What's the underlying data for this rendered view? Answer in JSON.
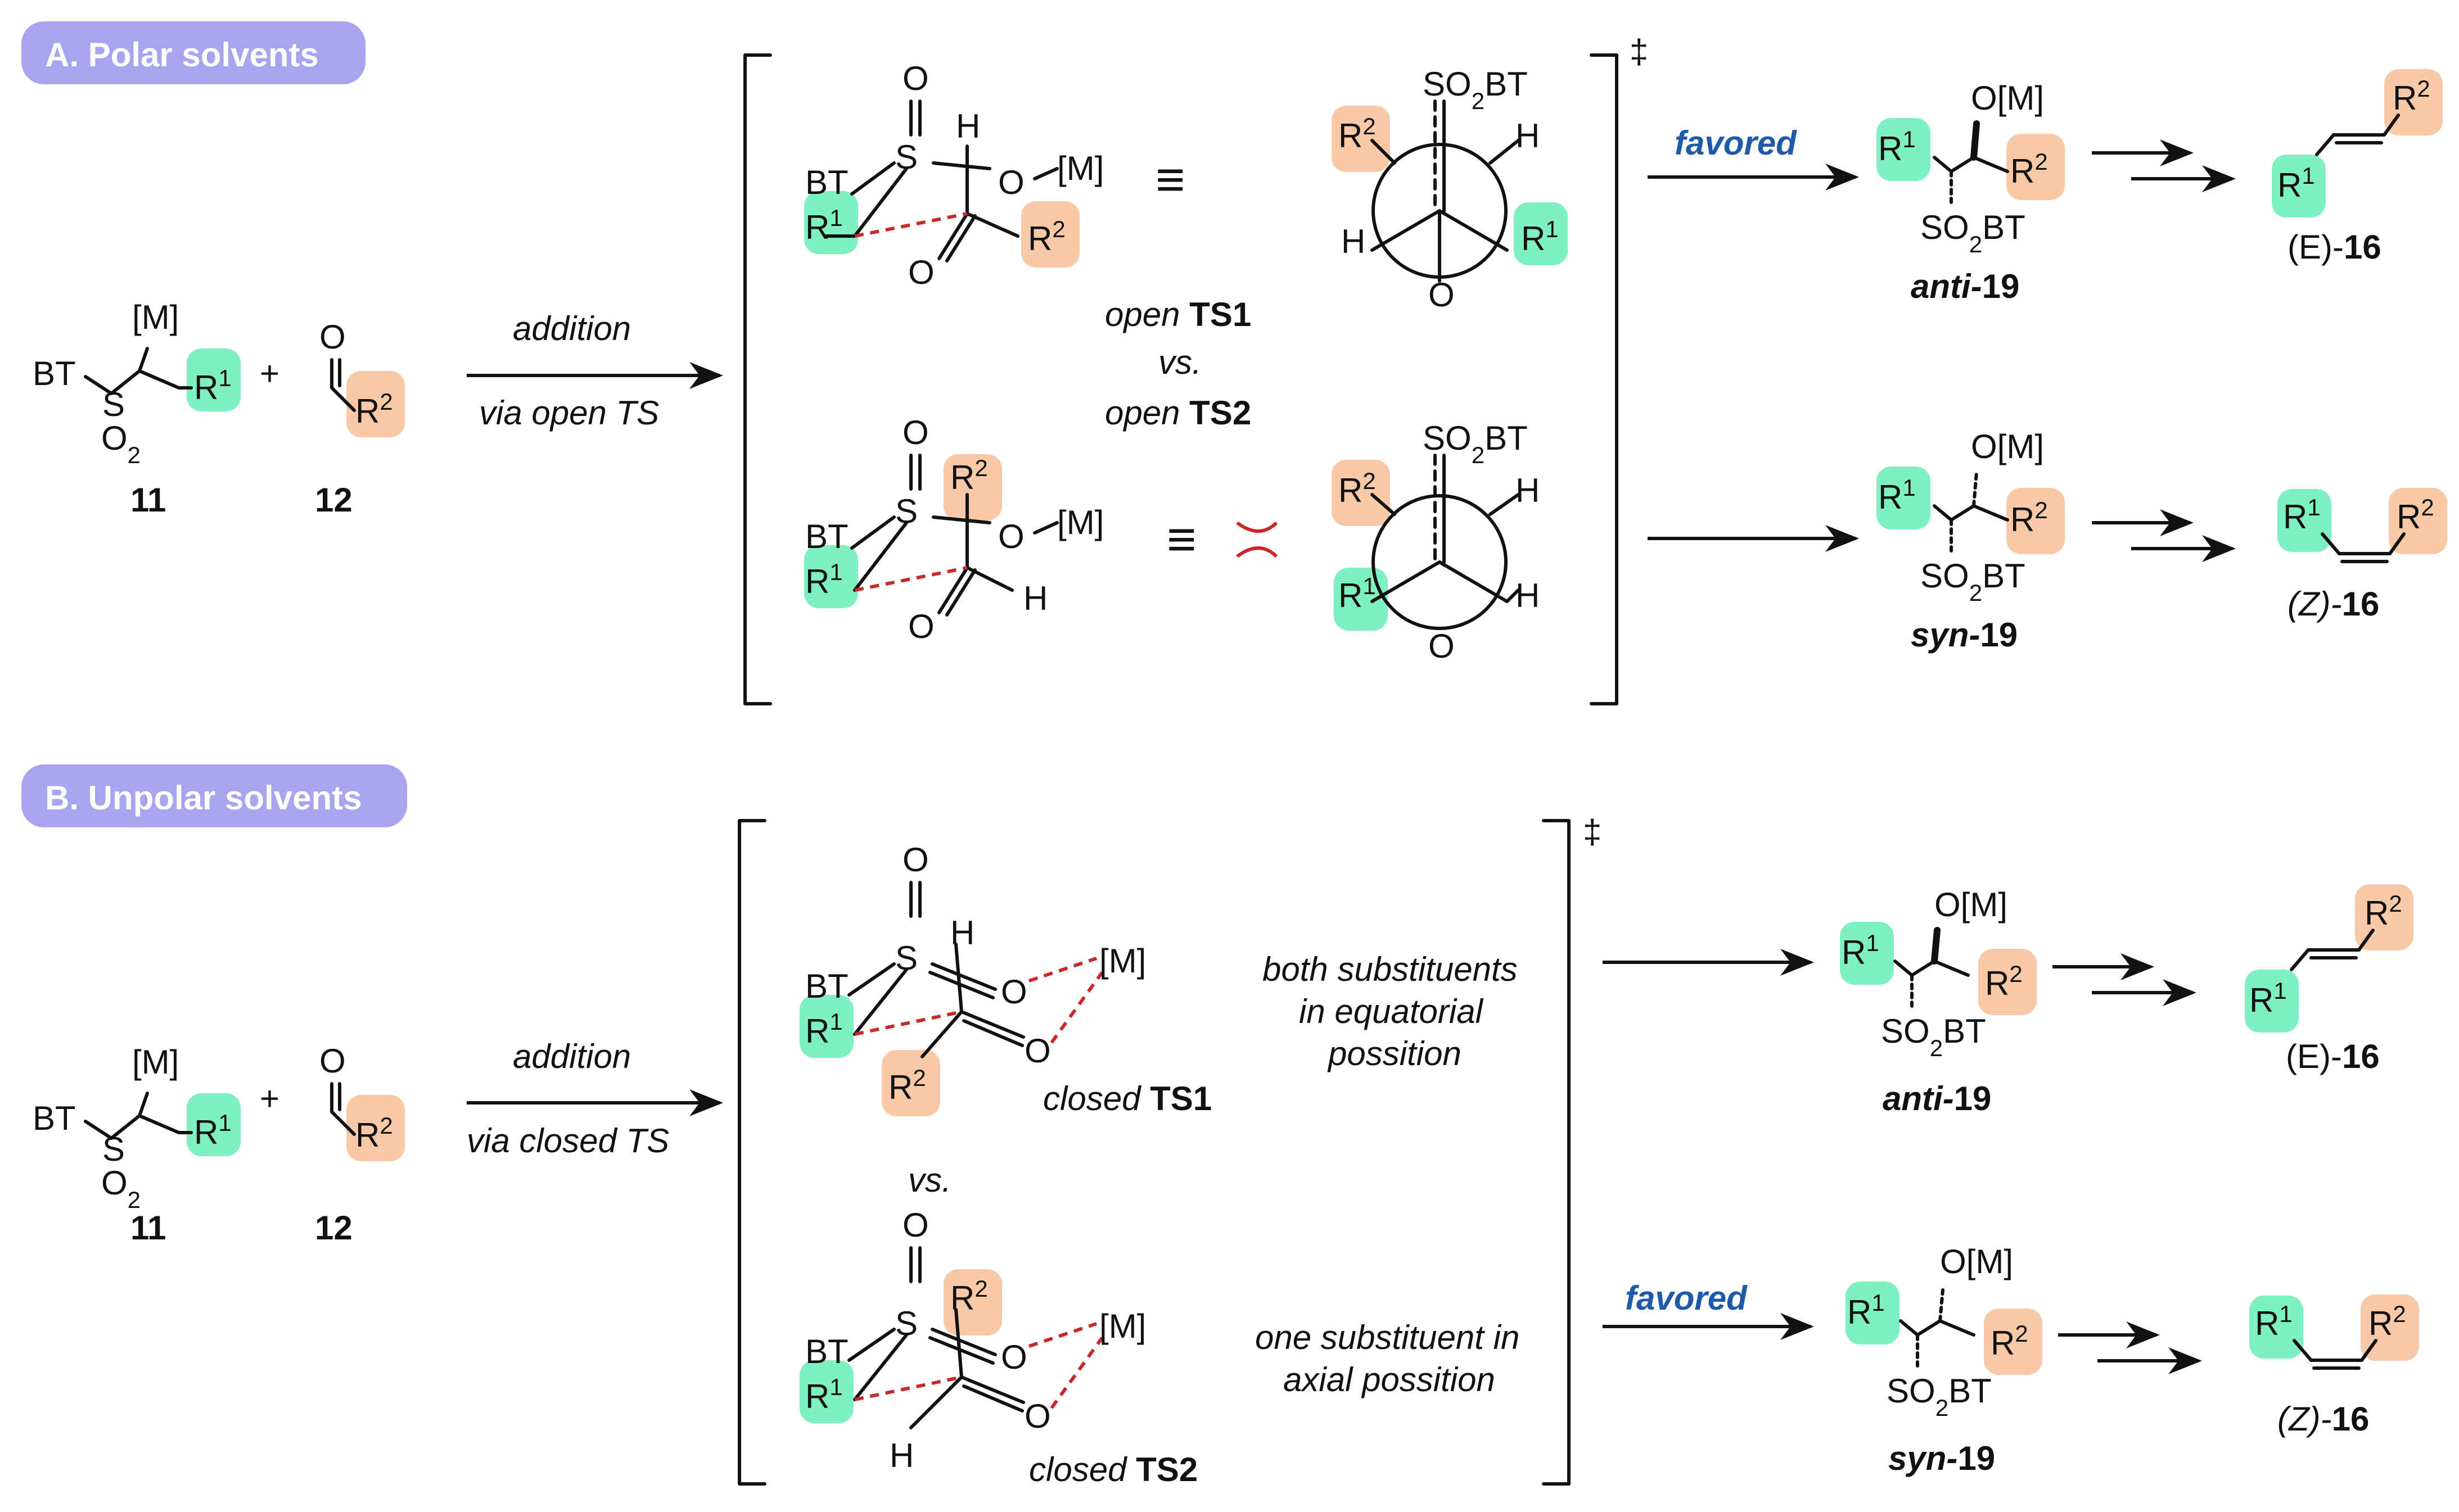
{
  "sections": {
    "a": {
      "label": "A. Polar solvents"
    },
    "b": {
      "label": "B. Unpolar solvents"
    }
  },
  "compounds": {
    "c11": "11",
    "c12": "12",
    "anti19_prefix": "anti-",
    "syn19_prefix": "syn-",
    "num19": "19",
    "e16_prefix": "(E)-",
    "z16_prefix": "(Z)-",
    "num16": "16"
  },
  "atoms": {
    "bt": "BT",
    "m": "[M]",
    "om": "O[M]",
    "so2bt": "SO2BT",
    "o2": "O2",
    "o": "O",
    "s": "S",
    "h": "H",
    "r1": "R1",
    "r2": "R2",
    "plus": "+",
    "dagger": "‡",
    "equiv": "≡"
  },
  "arrows": {
    "addition": "addition",
    "via_open": "via open TS",
    "via_closed": "via closed TS",
    "favored": "favored"
  },
  "transition_states": {
    "open_ts1_a": "open ",
    "open_ts1_b": "TS1",
    "vs": "vs.",
    "open_ts2_a": "open ",
    "open_ts2_b": "TS2",
    "closed_ts1_a": "closed ",
    "closed_ts1_b": "TS1",
    "closed_ts2_a": "closed ",
    "closed_ts2_b": "TS2"
  },
  "notes": {
    "equatorial_1": "both substituents",
    "equatorial_2": "in equatorial",
    "equatorial_3": "possition",
    "axial_1": "one substituent in",
    "axial_2": "axial possition"
  },
  "colors": {
    "badge": "#a8a4f0",
    "r1": "#7ff0c2",
    "r2": "#f8c9a6",
    "favored": "#1f5aa8",
    "dashed_bond": "#c8282a"
  }
}
